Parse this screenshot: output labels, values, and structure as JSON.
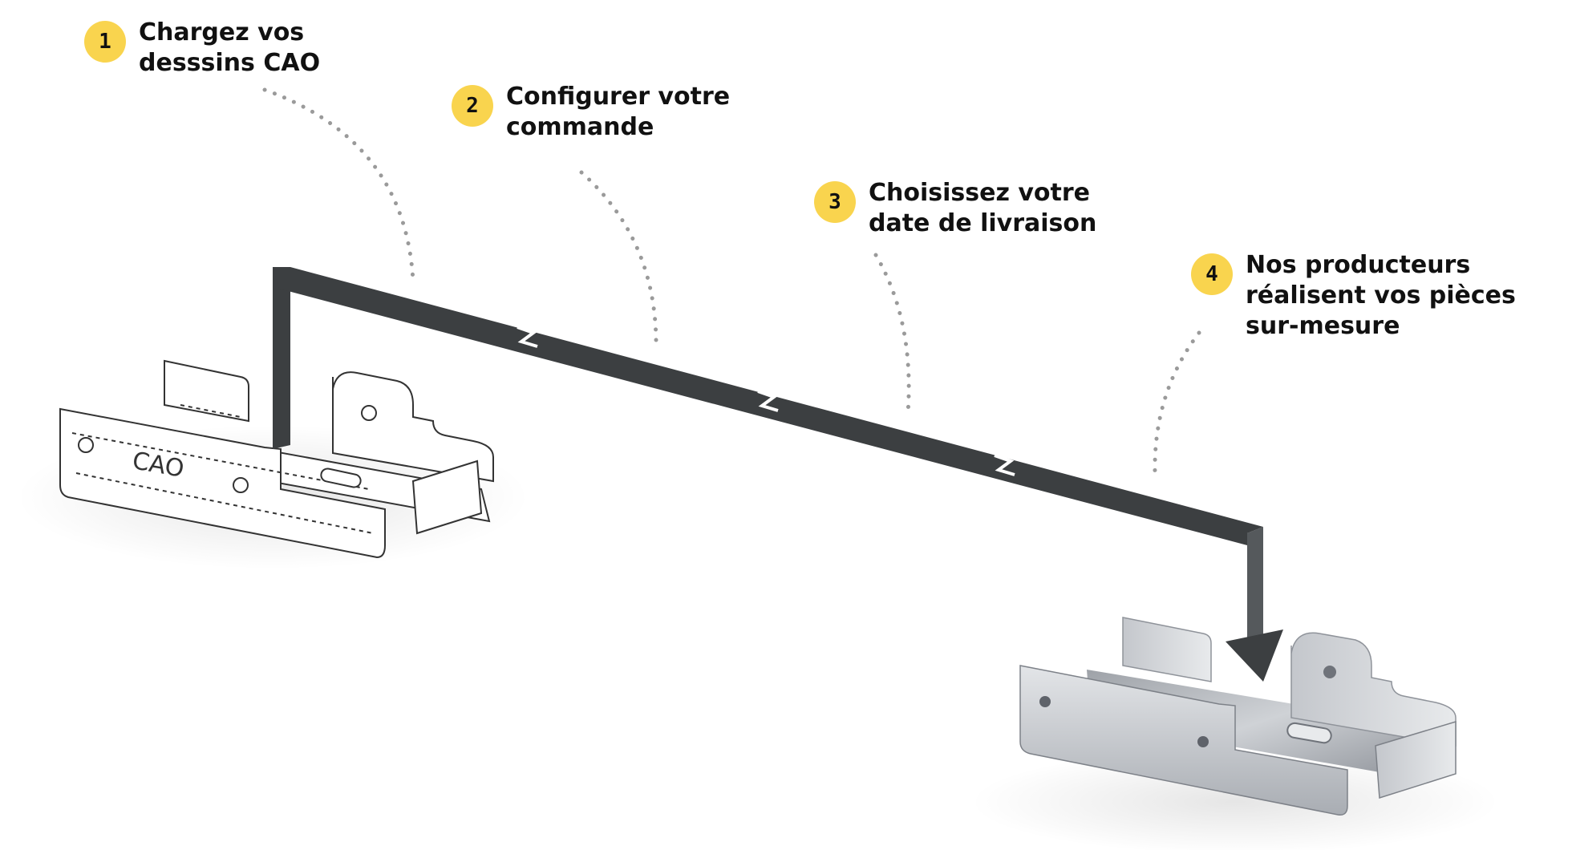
{
  "colors": {
    "accent": "#f9d44e",
    "text": "#111111",
    "arrow": "#3c3f41",
    "dots": "#9a9a9a",
    "sketch_line": "#333333",
    "metal_light": "#dcdee1",
    "metal_mid": "#b7bbc0",
    "metal_dark": "#8d9197"
  },
  "steps": [
    {
      "number": "1",
      "lines": [
        "Chargez vos",
        "desssins CAO"
      ]
    },
    {
      "number": "2",
      "lines": [
        "Configurer votre",
        "commande"
      ]
    },
    {
      "number": "3",
      "lines": [
        "Choisissez votre",
        "date de livraison"
      ]
    },
    {
      "number": "4",
      "lines": [
        "Nos producteurs",
        "réalisent vos pièces",
        "sur-mesure"
      ]
    }
  ],
  "cad_part": {
    "label": "CAO"
  }
}
